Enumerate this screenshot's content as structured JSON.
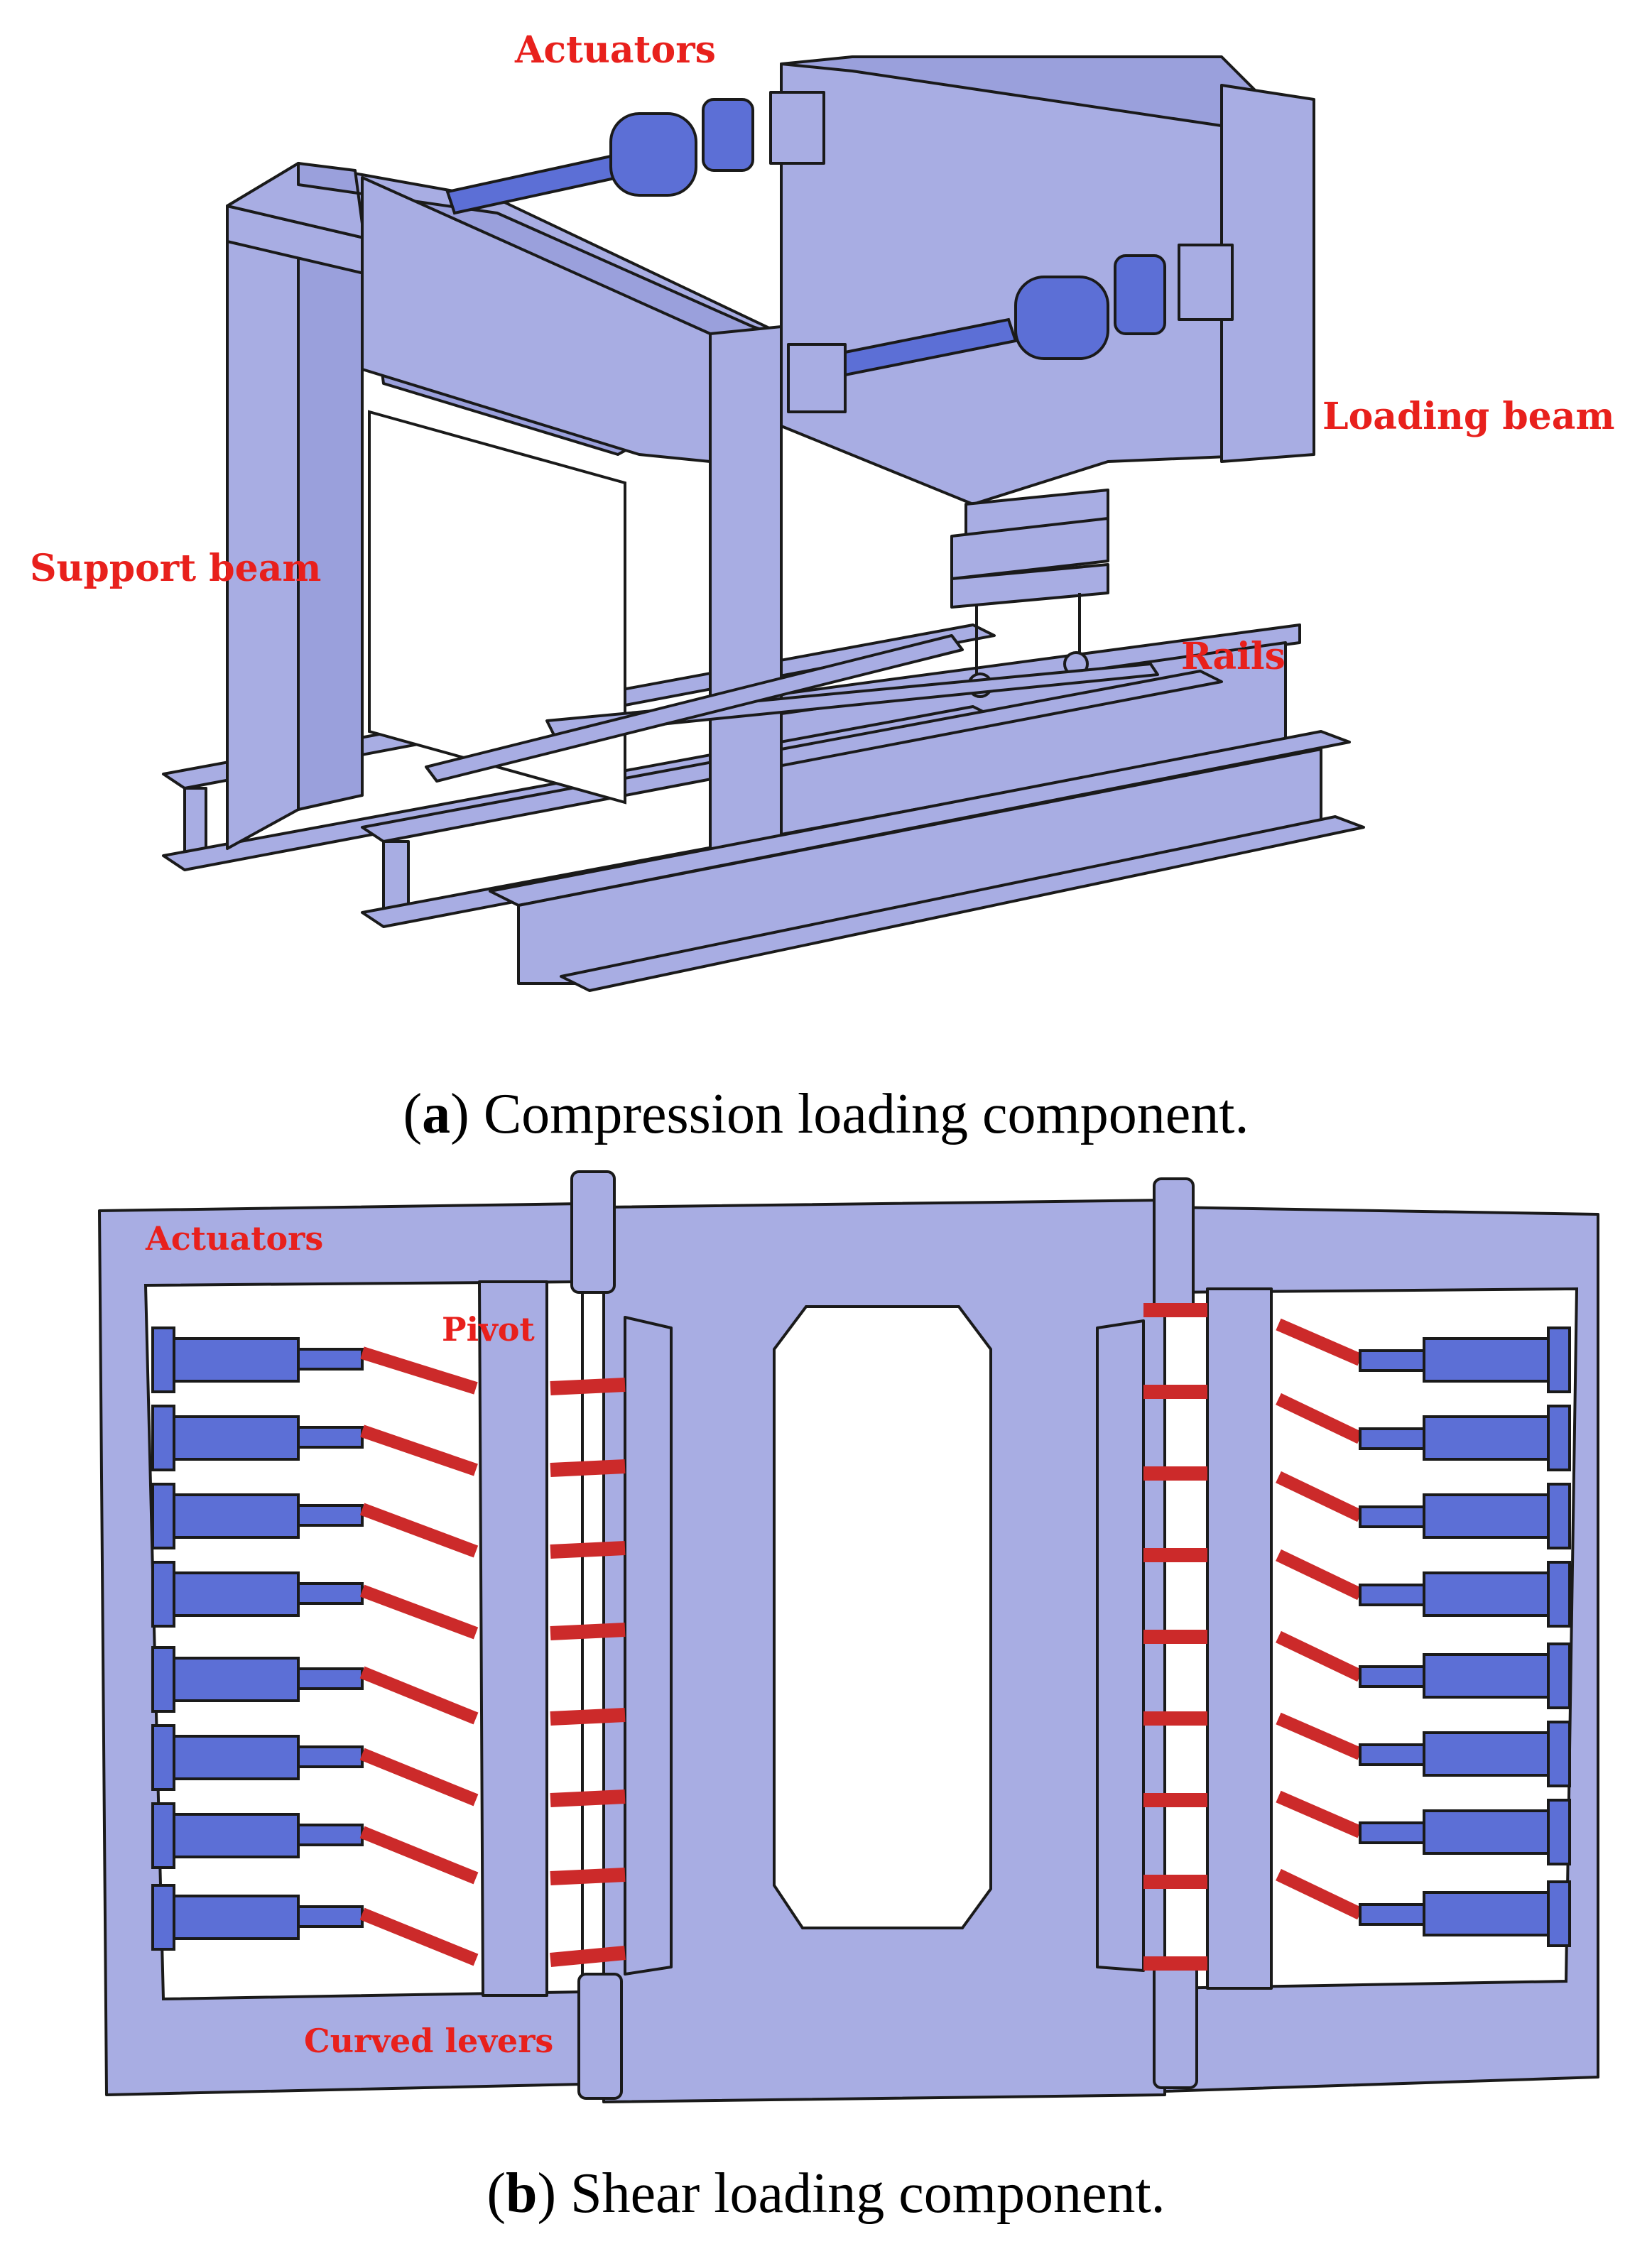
{
  "figure_a": {
    "labels": {
      "actuators": "Actuators",
      "loading_beam": "Loading beam",
      "support_beam": "Support beam",
      "rails": "Rails"
    },
    "caption": {
      "letter": "a",
      "text": " Compression loading component."
    }
  },
  "figure_b": {
    "labels": {
      "actuators": "Actuators",
      "pivot": "Pivot",
      "curved_levers": "Curved levers"
    },
    "caption": {
      "letter": "b",
      "text": " Shear loading component."
    }
  },
  "colors": {
    "frame_fill": "#a8ade3",
    "actuator_fill": "#5c6fd6",
    "lever": "#cc2a2a",
    "label": "#e8201c",
    "outline": "#1a1a1a"
  }
}
